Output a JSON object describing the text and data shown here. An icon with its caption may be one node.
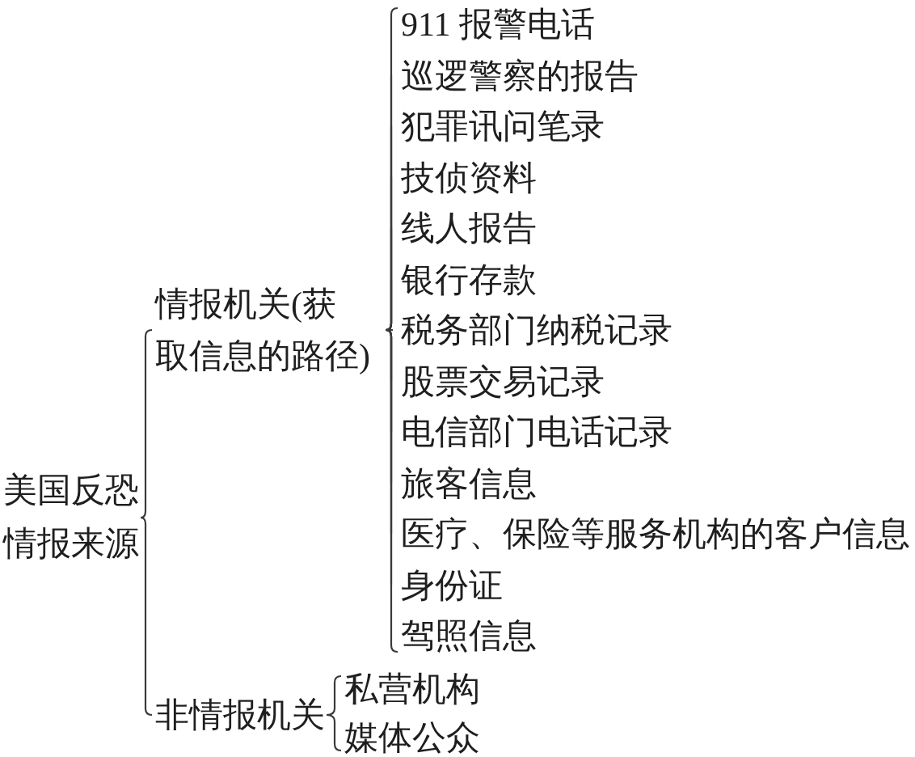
{
  "diagram": {
    "nodes": [
      {
        "text": [
          "美国反恐情报来源"
        ]
      },
      {
        "text": [
          "情报机关(获取信息的路径)"
        ]
      },
      {
        "text": [
          "911 报警电话"
        ]
      },
      {
        "text": [
          "巡逻警察的报告"
        ]
      },
      {
        "text": [
          "犯罪讯问笔录"
        ]
      },
      {
        "text": [
          "技侦资料"
        ]
      },
      {
        "text": [
          "线人报告"
        ]
      },
      {
        "text": [
          "银行存款"
        ]
      },
      {
        "text": [
          "税务部门纳税记录"
        ]
      },
      {
        "text": [
          "股票交易记录"
        ]
      },
      {
        "text": [
          "电信部门电话记录"
        ]
      },
      {
        "text": [
          "旅客信息"
        ]
      },
      {
        "text": [
          "医疗、保险等服务机构的客户信息"
        ]
      },
      {
        "text": [
          "身份证"
        ]
      },
      {
        "text": [
          "驾照信息"
        ]
      },
      {
        "text": [
          "非情报机关"
        ]
      },
      {
        "text": [
          "私营机构"
        ]
      },
      {
        "text": [
          "媒体公众"
        ]
      }
    ],
    "edges": [
      {
        "from": 0,
        "to": 1,
        "arrow": "none"
      },
      {
        "from": 0,
        "to": 15,
        "arrow": "none"
      },
      {
        "from": 1,
        "to": 2,
        "arrow": "none"
      },
      {
        "from": 1,
        "to": 3,
        "arrow": "none"
      },
      {
        "from": 1,
        "to": 4,
        "arrow": "none"
      },
      {
        "from": 1,
        "to": 5,
        "arrow": "none"
      },
      {
        "from": 1,
        "to": 6,
        "arrow": "none"
      },
      {
        "from": 1,
        "to": 7,
        "arrow": "none"
      },
      {
        "from": 1,
        "to": 8,
        "arrow": "none"
      },
      {
        "from": 1,
        "to": 9,
        "arrow": "none"
      },
      {
        "from": 1,
        "to": 10,
        "arrow": "none"
      },
      {
        "from": 1,
        "to": 11,
        "arrow": "none"
      },
      {
        "from": 1,
        "to": 12,
        "arrow": "none"
      },
      {
        "from": 1,
        "to": 13,
        "arrow": "none"
      },
      {
        "from": 1,
        "to": 14,
        "arrow": "none"
      },
      {
        "from": 15,
        "to": 16,
        "arrow": "none"
      },
      {
        "from": 15,
        "to": 17,
        "arrow": "none"
      }
    ]
  }
}
